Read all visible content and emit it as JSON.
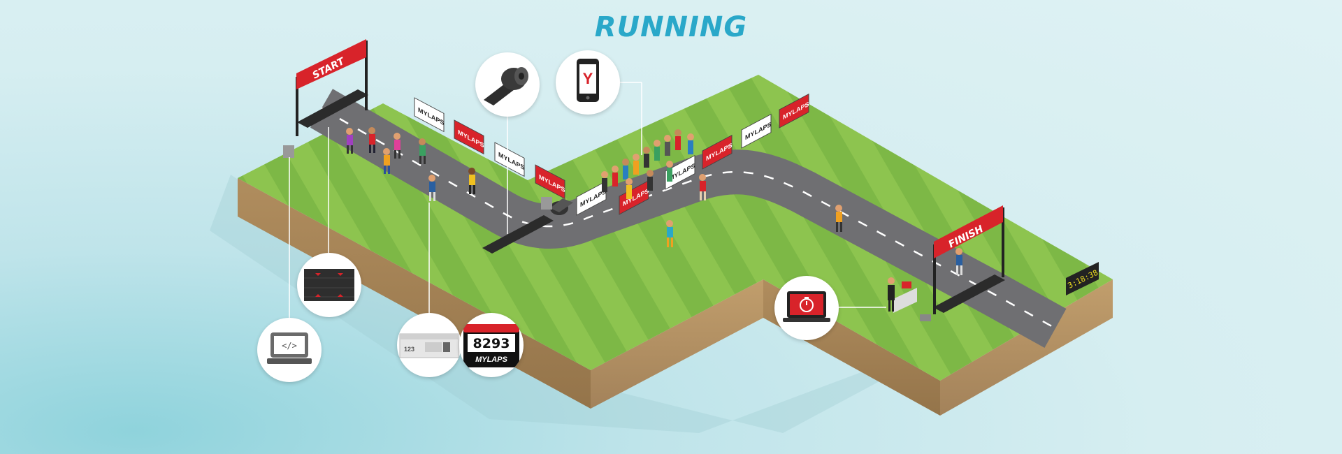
{
  "title": "RUNNING",
  "start_banner": "START",
  "finish_banner": "FINISH",
  "bib_number": "8293",
  "bib_brand": "MYLAPS",
  "tag_number": "123",
  "clock_display": "3:18:38",
  "board_brand": "MYLAPS",
  "colors": {
    "title": "#2aa8c9",
    "grass_light": "#8dc44f",
    "grass_dark": "#7cb646",
    "road": "#6e6e70",
    "banner": "#d8232a",
    "soil": "#a58458"
  },
  "icons": [
    "code-laptop-icon",
    "timing-mat-icon",
    "bib-tag-icon",
    "race-bib-icon",
    "mat-roll-icon",
    "mobile-app-icon",
    "timing-laptop-icon"
  ]
}
